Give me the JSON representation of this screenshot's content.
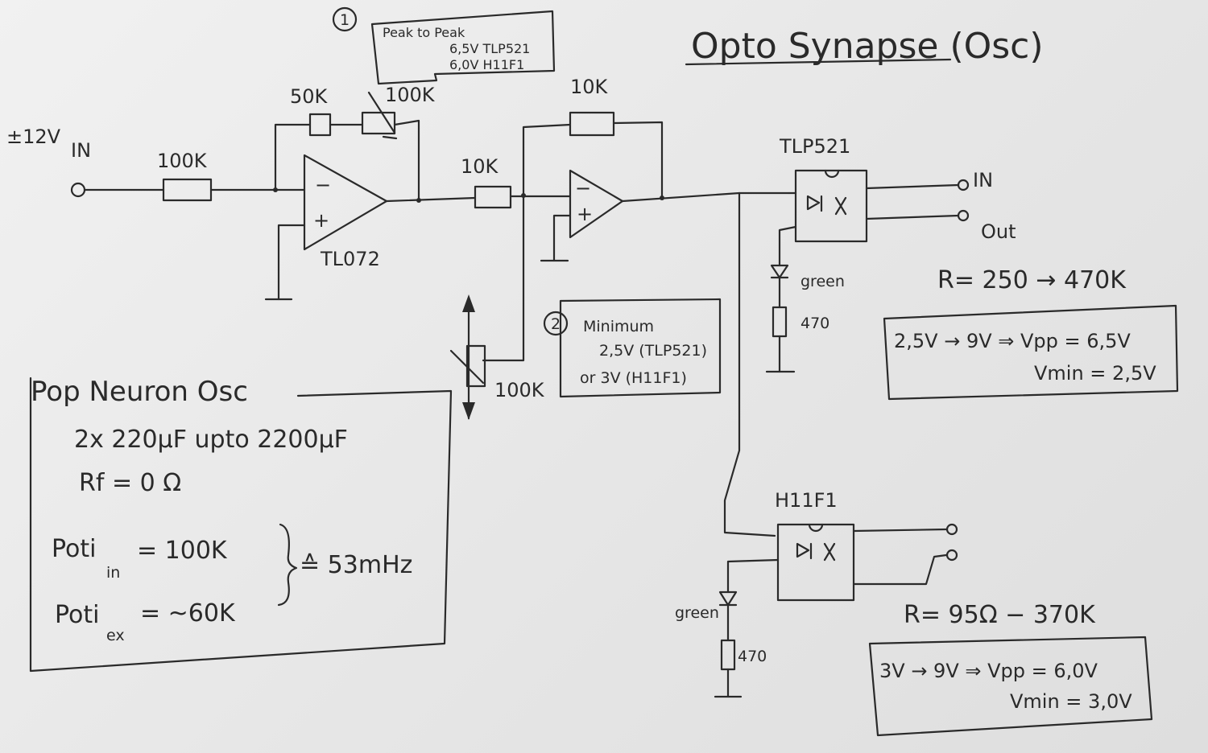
{
  "title": "Opto Synapse (Osc)",
  "supply": "±12V",
  "input_label": "IN",
  "r_in": "100K",
  "r_fb1": "50K",
  "pot_fb1": "100K",
  "opamp1_name": "TL072",
  "opamp_minus": "−",
  "opamp_plus": "+",
  "r_mid": "10K",
  "r_fb2": "10K",
  "pot_offset": "100K",
  "note1": {
    "badge": "1",
    "line1": "Peak to Peak",
    "line2": "6,5V TLP521",
    "line3": "6,0V H11F1"
  },
  "note2": {
    "badge": "2",
    "line1": "Minimum",
    "line2": "2,5V (TLP521)",
    "line3": "or  3V (H11F1)"
  },
  "tlp": {
    "name": "TLP521",
    "out_in": "IN",
    "out_out": "Out",
    "led": "green",
    "res": "470",
    "range": "R= 250 → 470K",
    "box1": "2,5V → 9V ⇒ Vpp = 6,5V",
    "box2": "Vmin = 2,5V"
  },
  "h11": {
    "name": "H11F1",
    "led": "green",
    "res": "470",
    "range": "R= 95Ω − 370K",
    "box1": "3V → 9V ⇒ Vpp = 6,0V",
    "box2": "Vmin = 3,0V"
  },
  "pop": {
    "title": "Pop Neuron Osc",
    "l1": "2x 220µF upto 2200µF",
    "l2": "Rf = 0 Ω",
    "l3": "Poti",
    "l3sub": "in",
    "l3val": "= 100K",
    "l4": "Poti",
    "l4sub": "ex",
    "l4val": "= ~60K",
    "result": "≙ 53mHz"
  }
}
